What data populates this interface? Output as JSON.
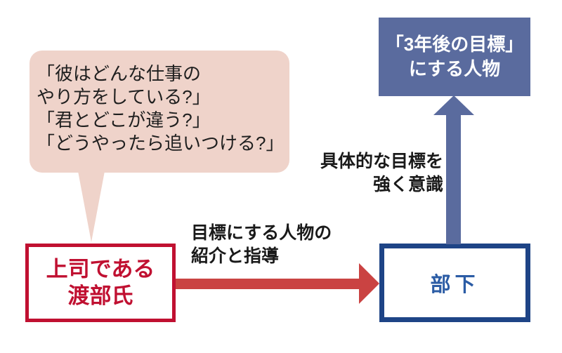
{
  "diagram_title": "mentoring relationship diagram",
  "colors": {
    "background": "#ffffff",
    "bubble_fill": "#efd3ca",
    "boss_red": "#c01031",
    "arrow_red": "#ca4342",
    "navy_border": "#1e4486",
    "subordinate_text_blue": "#2b5ca5",
    "slate_blue_fill": "#5a6b9e",
    "label_text": "#1a1a1a",
    "target_text": "#ffffff"
  },
  "bubble": {
    "lines": [
      "「彼はどんな仕事の",
      "やり方をしている?」",
      "「君とどこが違う?」",
      "「どうやったら追いつける?」"
    ]
  },
  "boss_box": {
    "lines": [
      "上司である",
      "渡部氏"
    ]
  },
  "subordinate_box": {
    "label": "部下"
  },
  "target_box": {
    "lines": [
      "「3年後の目標」",
      "にする人物"
    ]
  },
  "red_arrow": {
    "label_lines": [
      "目標にする人物の",
      "紹介と指導"
    ]
  },
  "blue_arrow": {
    "label_lines": [
      "具体的な目標を",
      "強く意識"
    ]
  }
}
